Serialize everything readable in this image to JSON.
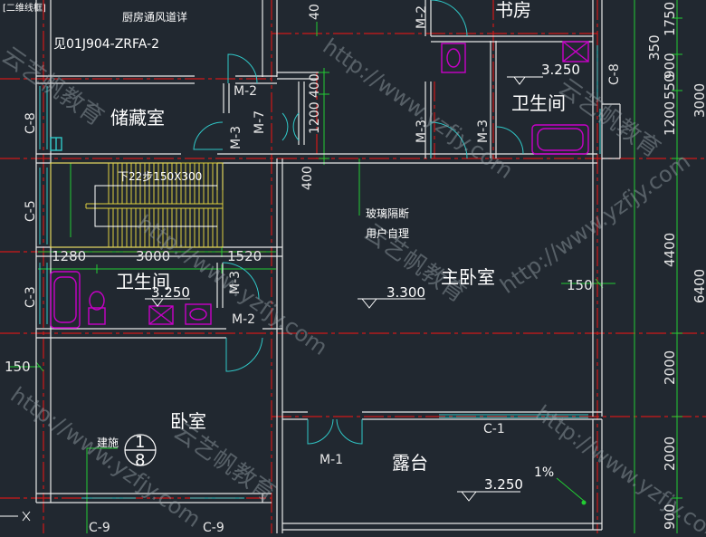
{
  "window": {
    "tab_title": "[二维线框]"
  },
  "rooms": {
    "study": "书房",
    "storage": "储藏室",
    "bath_top": "卫生间",
    "bath_left": "卫生间",
    "master_bedroom": "主卧室",
    "bedroom": "卧室",
    "terrace": "露台"
  },
  "notes": {
    "kitchen_vent": "厨房通风道详",
    "vent_spec": "见01J904-ZRFA-2",
    "stair_note": "下22步150X300",
    "glass_partition": "玻璃隔断",
    "owner_note": "用户自理",
    "detail_label": "建施",
    "detail_top": "1",
    "detail_bottom": "8",
    "slope": "1%"
  },
  "elevations": {
    "bath_top": "3.250",
    "bath_left": "3.250",
    "master": "3.300",
    "terrace": "3.250"
  },
  "tags": {
    "m2_top": "M-2",
    "m2_right_top": "M-2",
    "m2_left": "M-2",
    "m3_a": "M-3",
    "m3_b": "M-3",
    "m3_c": "M-3",
    "m3_d": "M-3",
    "m7": "M-7",
    "m1": "M-1",
    "c1": "C-1",
    "c8_left": "C-8",
    "c8_right": "C-8",
    "c5": "C-5",
    "c3": "C-3",
    "c9_a": "C-9",
    "c9_b": "C-9"
  },
  "dims": {
    "d40": "40",
    "d1200a": "1200",
    "d400a": "400",
    "d400b": "400",
    "d1280": "1280",
    "d3000": "3000",
    "d1520": "1520",
    "d150_left": "150",
    "d150_right": "150",
    "d350": "350",
    "d1750": "1750",
    "d900a": "900",
    "d1200b": "1200",
    "d550": "550",
    "d3000r": "3000",
    "d4400": "4400",
    "d6400": "6400",
    "d2000a": "2000",
    "d2000b": "2000",
    "d900b": "900"
  },
  "watermark": {
    "url": "http://www.yzfjy.com",
    "brand": "云艺帆教育"
  },
  "colors": {
    "background": "#212830",
    "wall": "#e8e8e8",
    "axis": "#d01818",
    "dimension": "#22cc33",
    "window": "#30c8c8",
    "fixture": "#c800c8",
    "stair": "#e0d040"
  }
}
